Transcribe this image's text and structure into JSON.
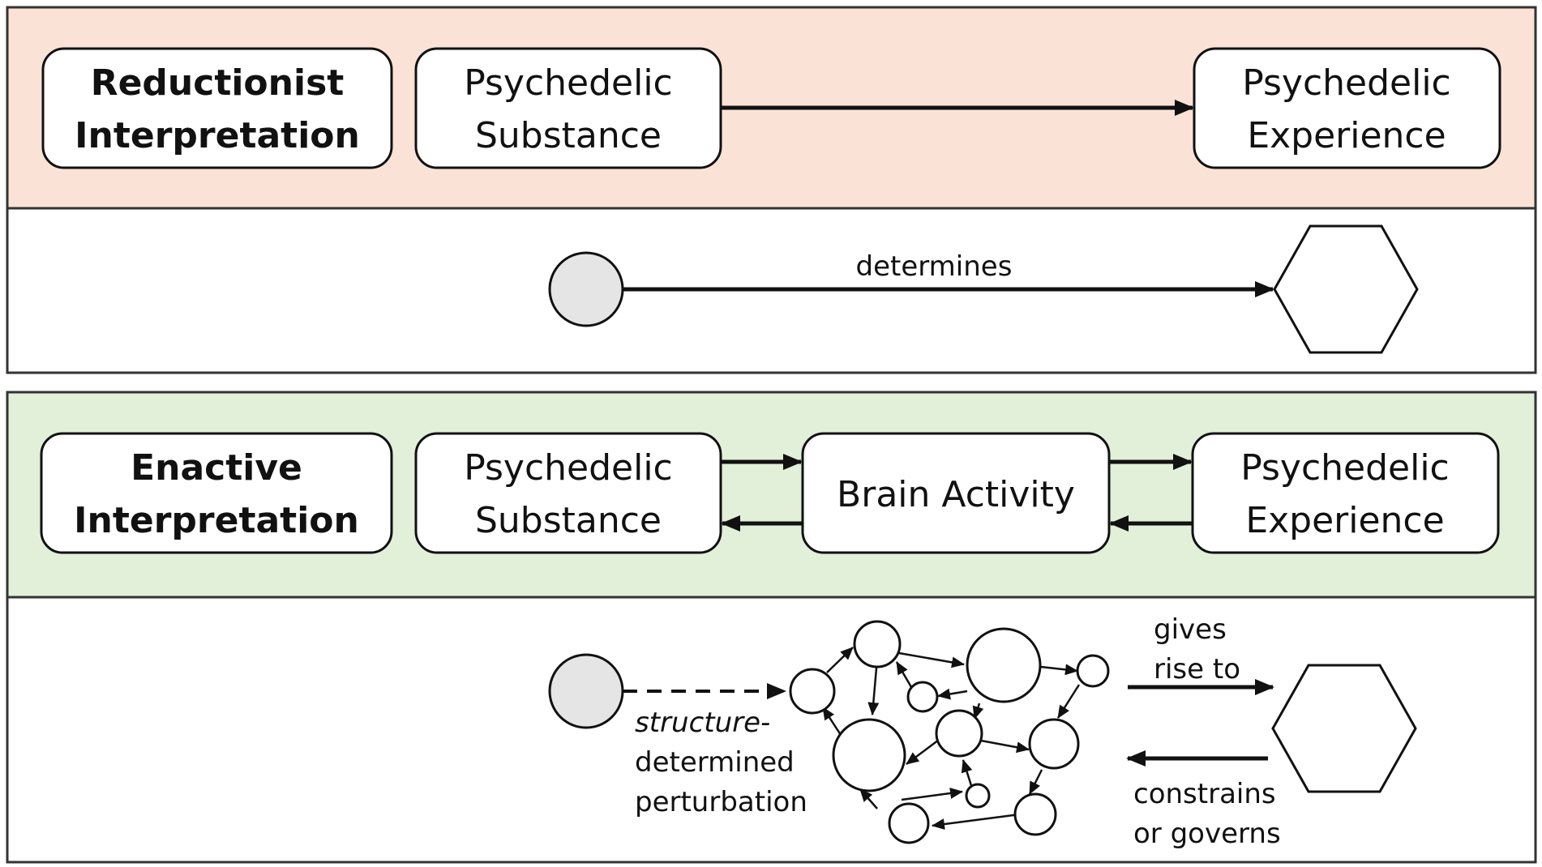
{
  "colors": {
    "reductionist_band": "#fae3d6",
    "enactive_band": "#e2efd9",
    "border": "#333333",
    "stroke": "#111111",
    "node_fill": "#ffffff",
    "substance_circle_fill": "#e5e5e5"
  },
  "reductionist": {
    "title_line1": "Reductionist",
    "title_line2": "Interpretation",
    "substance_line1": "Psychedelic",
    "substance_line2": "Substance",
    "experience_line1": "Psychedelic",
    "experience_line2": "Experience",
    "arrow_label": "determines"
  },
  "enactive": {
    "title_line1": "Enactive",
    "title_line2": "Interpretation",
    "substance_line1": "Psychedelic",
    "substance_line2": "Substance",
    "brain": "Brain Activity",
    "experience_line1": "Psychedelic",
    "experience_line2": "Experience",
    "perturbation_line1": "structure-",
    "perturbation_line2": "determined",
    "perturbation_line3": "perturbation",
    "gives_line1": "gives",
    "gives_line2": "rise to",
    "constrains_line1": "constrains",
    "constrains_line2": "or governs"
  }
}
